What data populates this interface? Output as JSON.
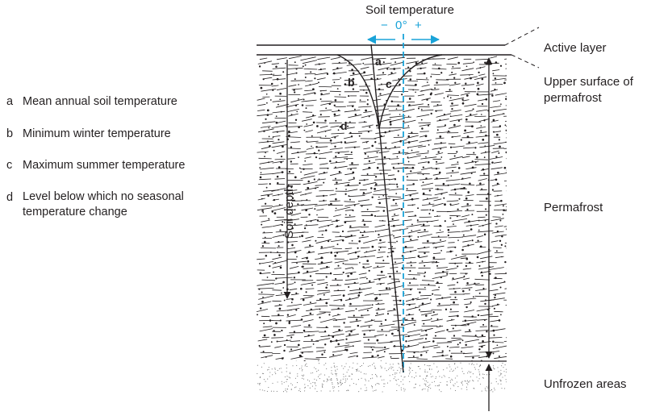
{
  "title": "Soil temperature",
  "temperature_scale": {
    "minus": "−",
    "zero": "0°",
    "plus": "+"
  },
  "axis_label": "Soil depth",
  "curve_labels": {
    "a": "a",
    "b": "b",
    "c": "c",
    "d": "d"
  },
  "legend": [
    {
      "key": "a",
      "text": "Mean annual soil temperature"
    },
    {
      "key": "b",
      "text": "Minimum winter temperature"
    },
    {
      "key": "c",
      "text": "Maximum summer temperature"
    },
    {
      "key": "d",
      "text": "Level below which no seasonal temperature change"
    }
  ],
  "layers": {
    "active": "Active layer",
    "upper_surface": "Upper surface of permafrost",
    "permafrost": "Permafrost",
    "unfrozen": "Unfrozen areas"
  },
  "colors": {
    "ink": "#231f20",
    "zero_line": "#1aa3d8"
  }
}
